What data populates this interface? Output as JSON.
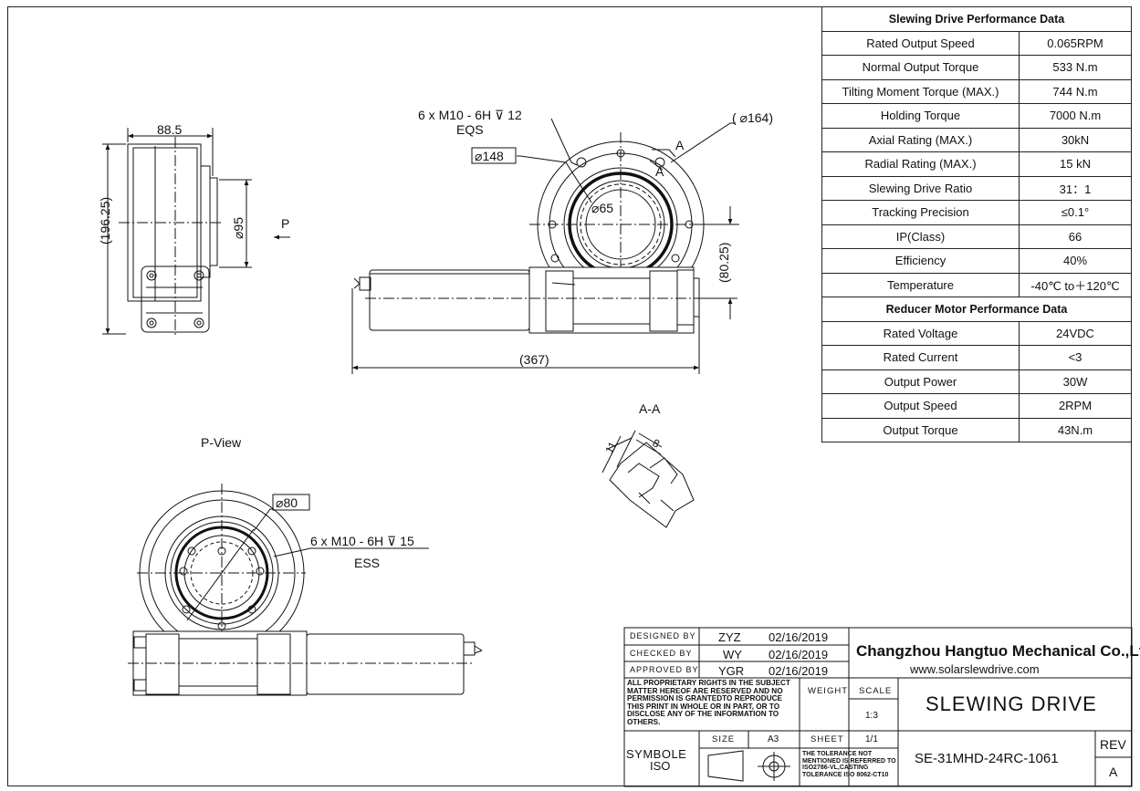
{
  "views": {
    "side": {
      "dim_width": "88.5",
      "dim_height": "196.25",
      "dim_dia": "95",
      "arrow_label": "P",
      "caption": "P-View"
    },
    "front": {
      "thread_note": "6 x  M10 - 6H",
      "thread_depth": "12",
      "thread_code": "EQS",
      "dia_outer": "164",
      "dia_mid": "148",
      "dia_inner": "65",
      "section_mark": "A",
      "height_dim": "80.25",
      "length_dim": "367"
    },
    "section": {
      "title": "A-A",
      "dim_a": "11",
      "dim_b": "8"
    },
    "bottom": {
      "dia": "80",
      "thread_note": "6 x  M10 - 6H",
      "thread_depth": "15",
      "thread_code": "ESS"
    }
  },
  "performance": {
    "slewing_title": "Slewing Drive Performance Data",
    "slewing_rows": [
      {
        "label": "Rated Output Speed",
        "value": "0.065RPM"
      },
      {
        "label": "Normal Output Torque",
        "value": "533 N.m"
      },
      {
        "label": "Tilting Moment Torque (MAX.)",
        "value": "744 N.m"
      },
      {
        "label": "Holding Torque",
        "value": "7000 N.m"
      },
      {
        "label": "Axial Rating  (MAX.)",
        "value": "30kN"
      },
      {
        "label": "Radial Rating  (MAX.)",
        "value": "15 kN"
      },
      {
        "label": "Slewing Drive Ratio",
        "value": "31：1"
      },
      {
        "label": "Tracking Precision",
        "value": "≤0.1°"
      },
      {
        "label": "IP(Class)",
        "value": "66"
      },
      {
        "label": "Efficiency",
        "value": "40%"
      },
      {
        "label": "Temperature",
        "value": "-40℃ to＋120℃"
      }
    ],
    "motor_title": "Reducer Motor Performance Data",
    "motor_rows": [
      {
        "label": "Rated Voltage",
        "value": "24VDC"
      },
      {
        "label": "Rated Current",
        "value": "<3"
      },
      {
        "label": "Output Power",
        "value": "30W"
      },
      {
        "label": "Output Speed",
        "value": "2RPM"
      },
      {
        "label": "Output Torque",
        "value": "43N.m"
      }
    ]
  },
  "title_block": {
    "designed_by_label": "DESIGNED BY",
    "designed_by": "ZYZ",
    "designed_date": "02/16/2019",
    "checked_by_label": "CHECKED BY",
    "checked_by": "WY",
    "checked_date": "02/16/2019",
    "approved_by_label": "APPROVED BY",
    "approved_by": "YGR",
    "approved_date": "02/16/2019",
    "company": "Changzhou Hangtuo Mechanical Co.,Ltd",
    "website": "www.solarslewdrive.com",
    "rights_notice": "ALL PROPRIETARY RIGHTS IN THE SUBJECT MATTER HEREOF ARE RESERVED AND NO PERMISSION IS GRANTEDTO REPRODUCE THIS PRINT IN WHOLE OR IN PART, OR TO DISCLOSE ANY OF THE INFORMATION TO OTHERS.",
    "weight_label": "WEIGHT",
    "scale_label": "SCALE",
    "scale": "1:3",
    "product": "SLEWING DRIVE",
    "symbol_label": "SYMBOLE",
    "iso_label": "ISO",
    "size_label": "SIZE",
    "size": "A3",
    "sheet_label": "SHEET",
    "sheet": "1/1",
    "tolerance_note": "THE TOLERANCE NOT MENTIONED IS REFERRED TO ISO2786-VL,CASTING TOLERANCE ISO 8062-CT10",
    "drawing_no": "SE-31MHD-24RC-1061",
    "rev_label": "REV",
    "rev": "A"
  }
}
